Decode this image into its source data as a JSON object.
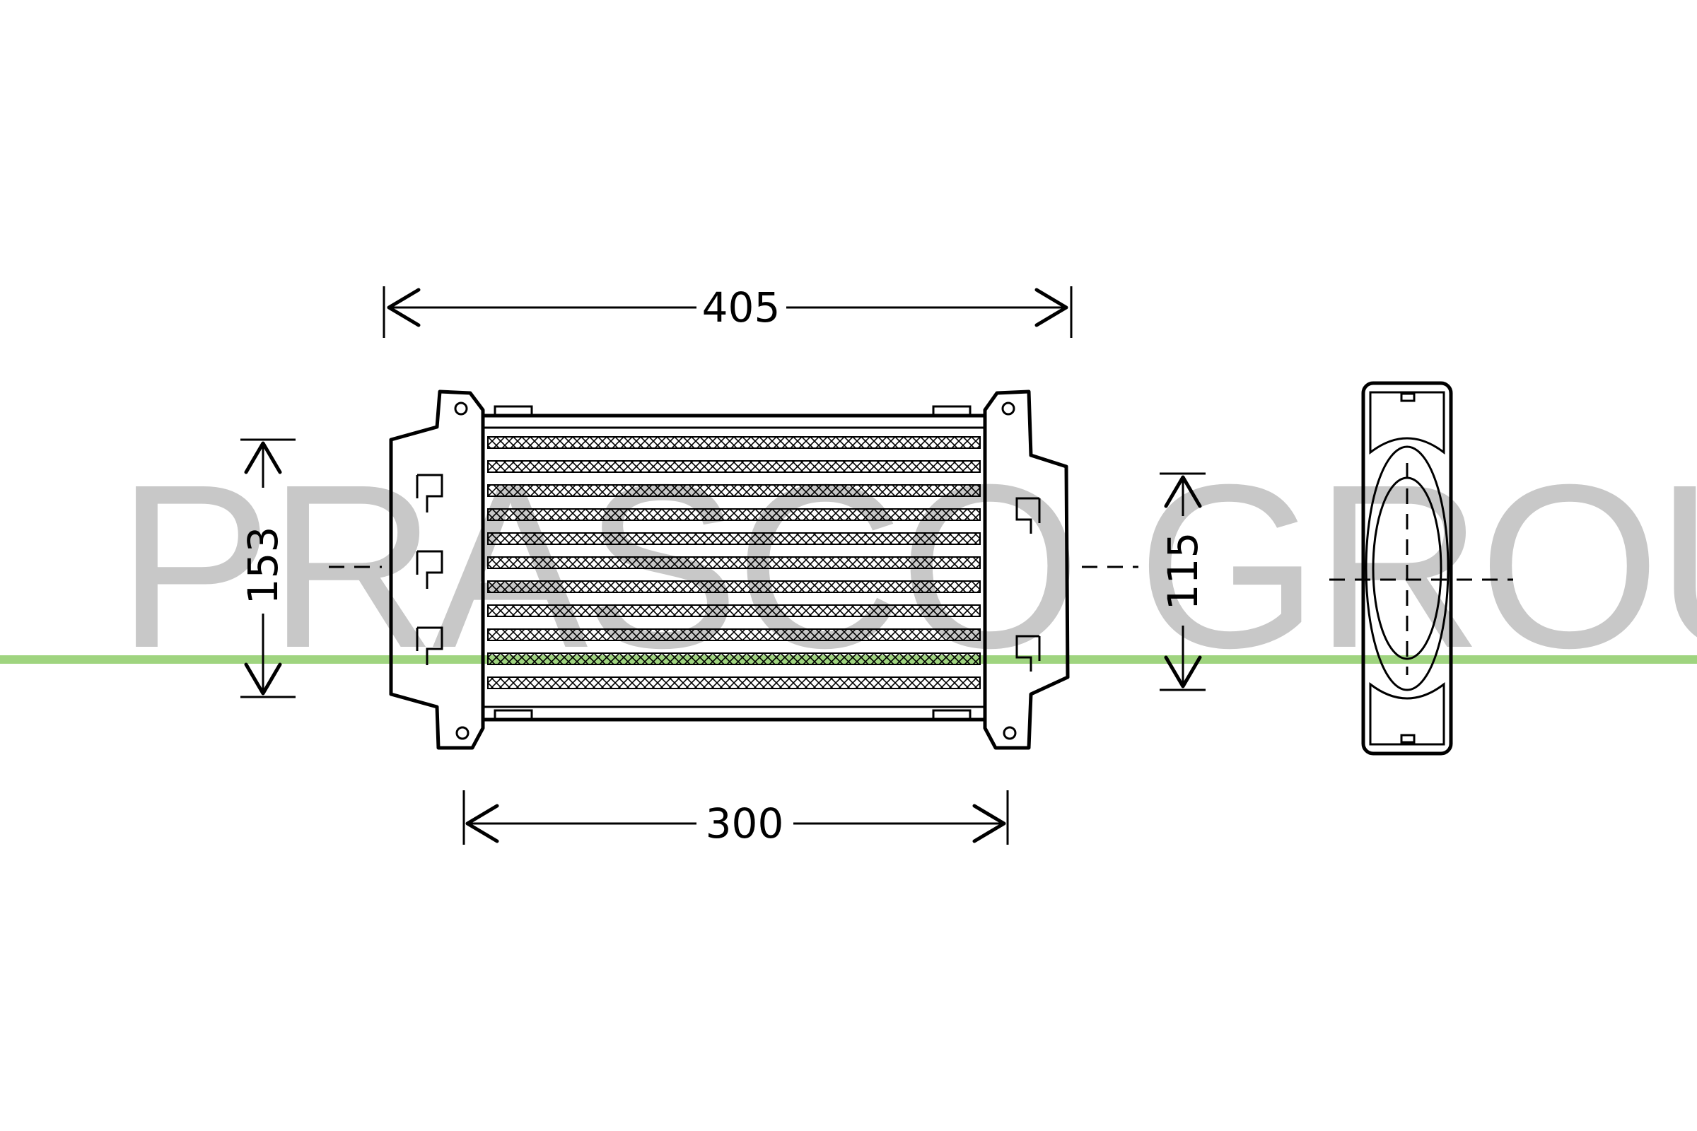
{
  "watermark": {
    "text": "PRASCO GROUP"
  },
  "dimensions": {
    "overall_width": "405",
    "core_width": "300",
    "overall_height": "153",
    "core_height": "115"
  },
  "colors": {
    "line": "#000000",
    "watermark": "#c8c8c8",
    "accent_line": "#9fd47f"
  }
}
